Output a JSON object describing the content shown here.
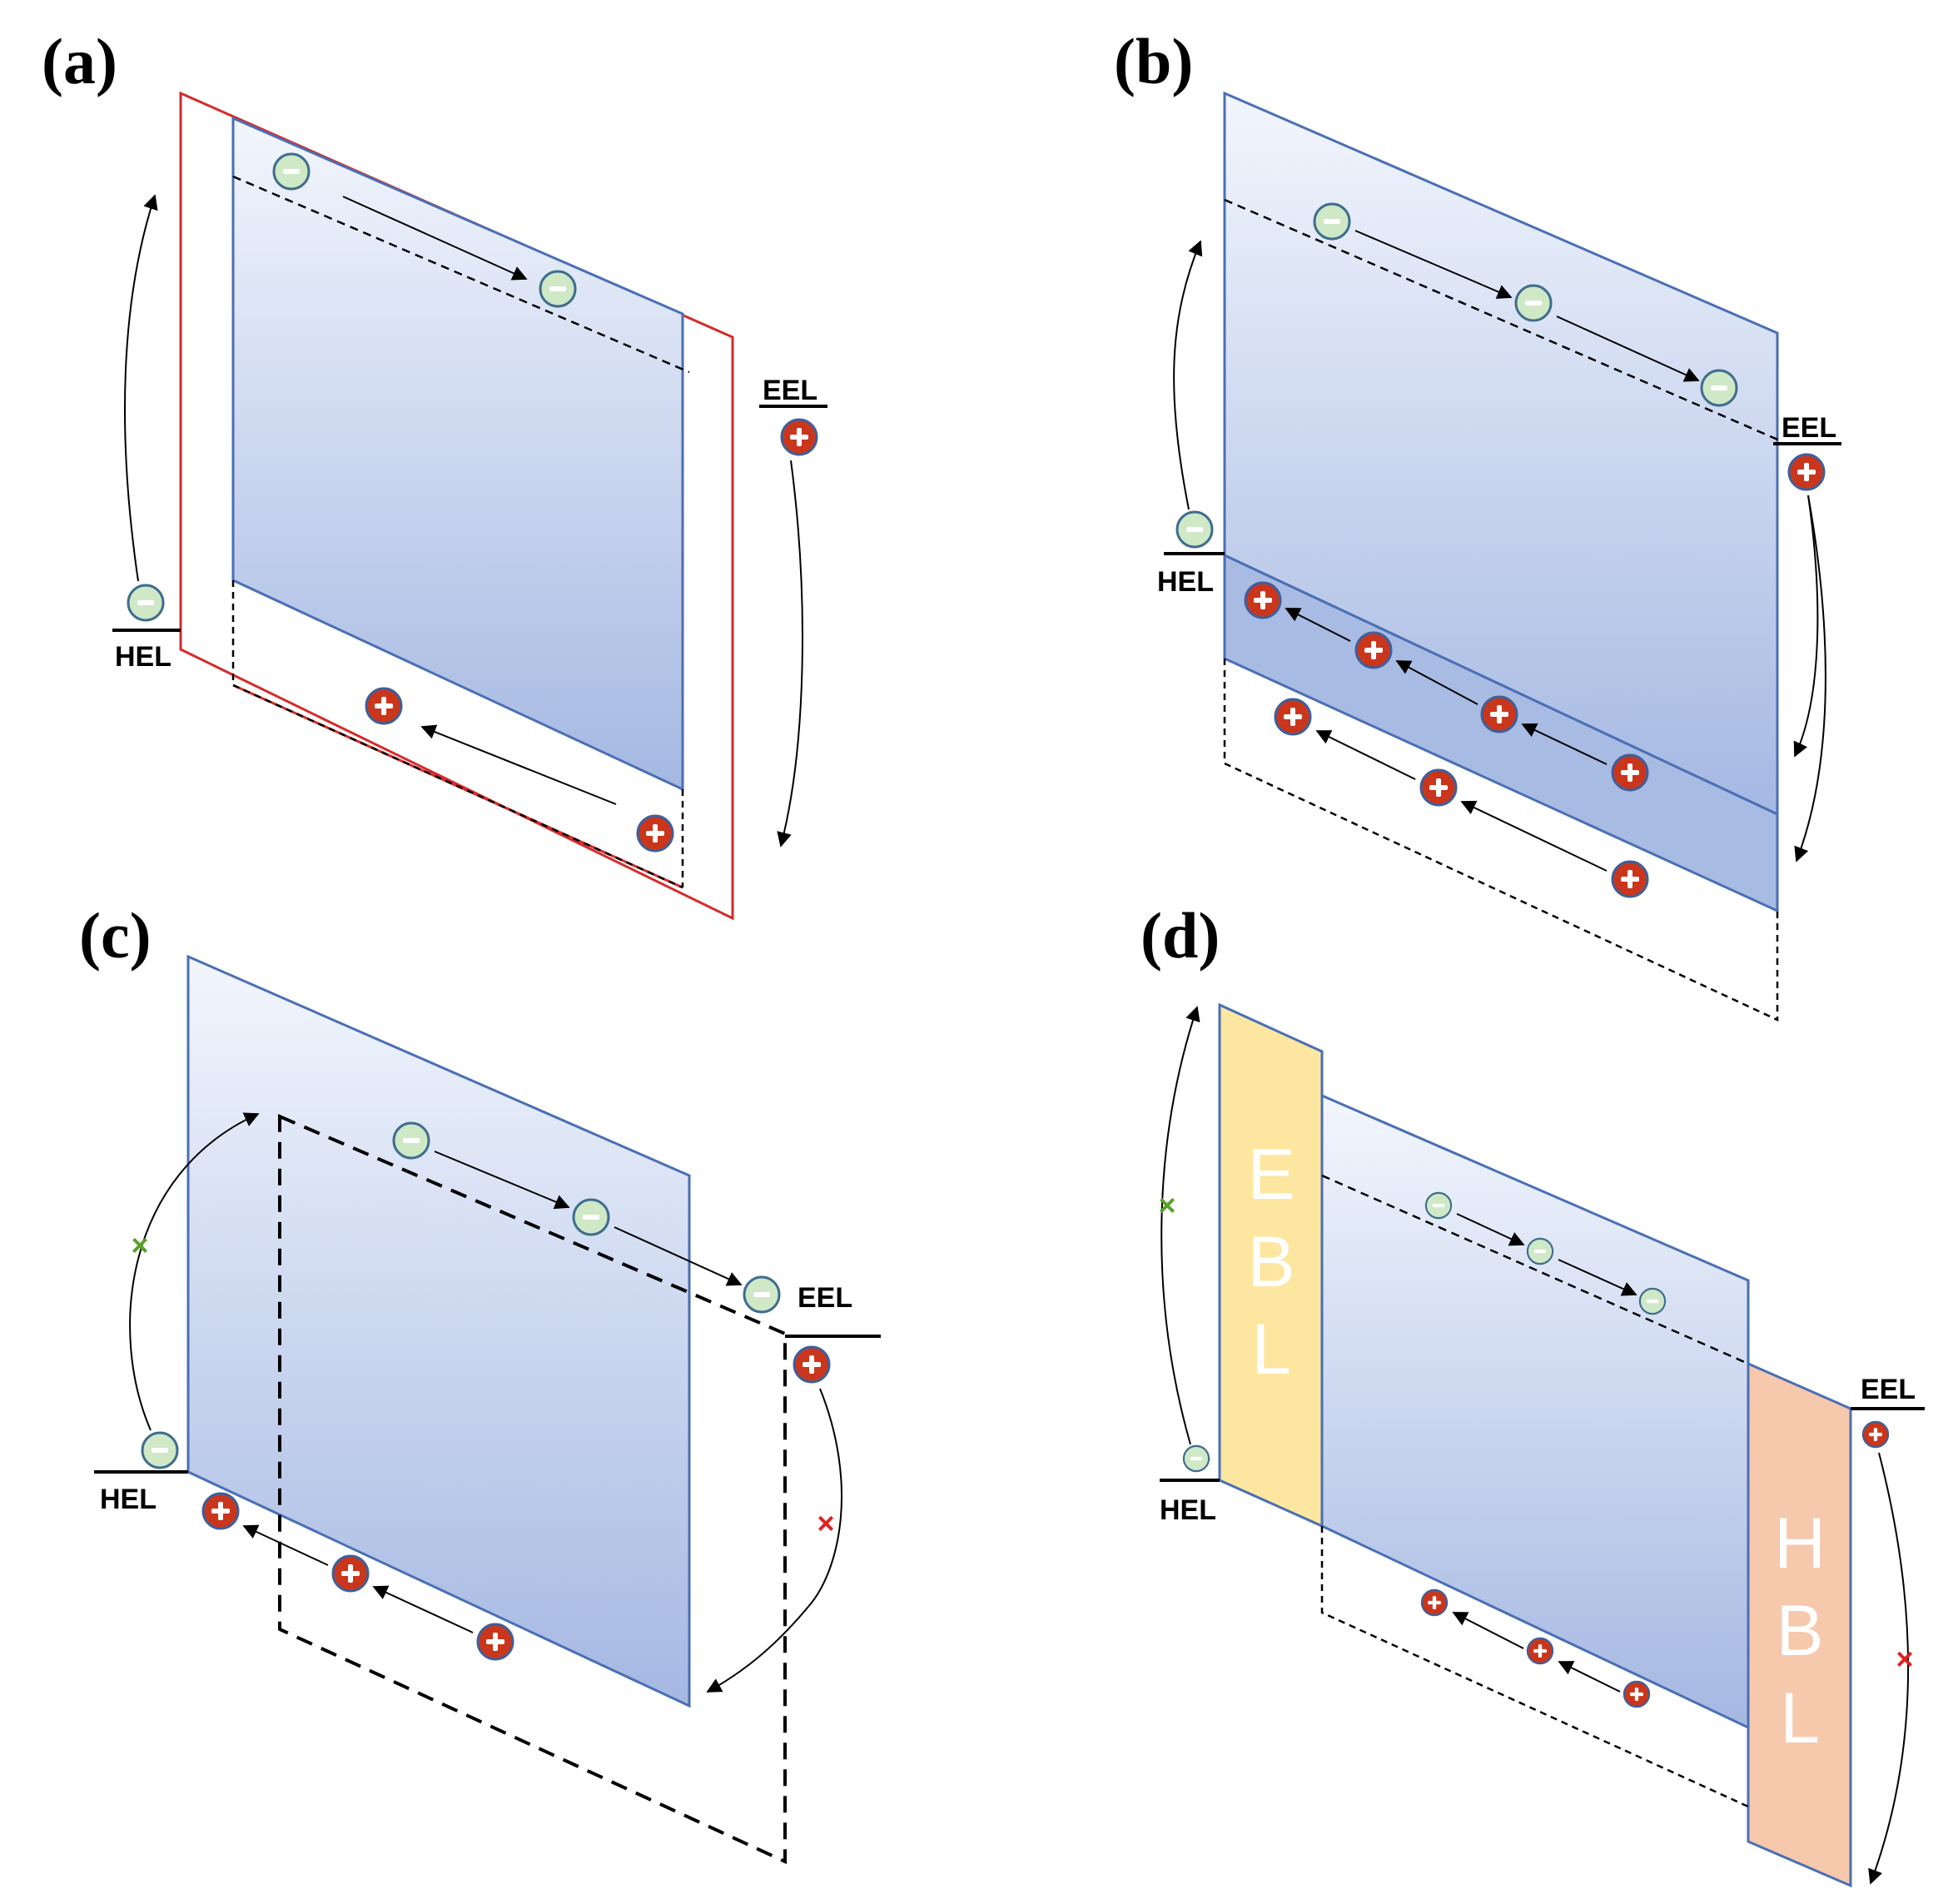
{
  "panels": {
    "a": {
      "label": "(a)",
      "hel": "HEL",
      "eel": "EEL"
    },
    "b": {
      "label": "(b)",
      "hel": "HEL",
      "eel": "EEL"
    },
    "c": {
      "label": "(c)",
      "hel": "HEL",
      "eel": "EEL"
    },
    "d": {
      "label": "(d)",
      "hel": "HEL",
      "eel": "EEL",
      "ebl_letters": [
        "E",
        "B",
        "L"
      ],
      "hbl_letters": [
        "H",
        "B",
        "L"
      ]
    }
  },
  "symbols": {
    "electron": "−",
    "hole": "+",
    "blocked": "×"
  },
  "colors": {
    "electron_fill": "#cfe8c6",
    "electron_stroke": "#3f6d8f",
    "hole_fill": "#c9361c",
    "hole_stroke": "#3f5f9a",
    "layer_edge": "#4a6fb5",
    "red_outline": "#d62a2a",
    "ebl_fill": "#fde7a0",
    "hbl_fill": "#f6c8ac",
    "block_green": "#5aa02c",
    "block_red": "#e02020"
  }
}
